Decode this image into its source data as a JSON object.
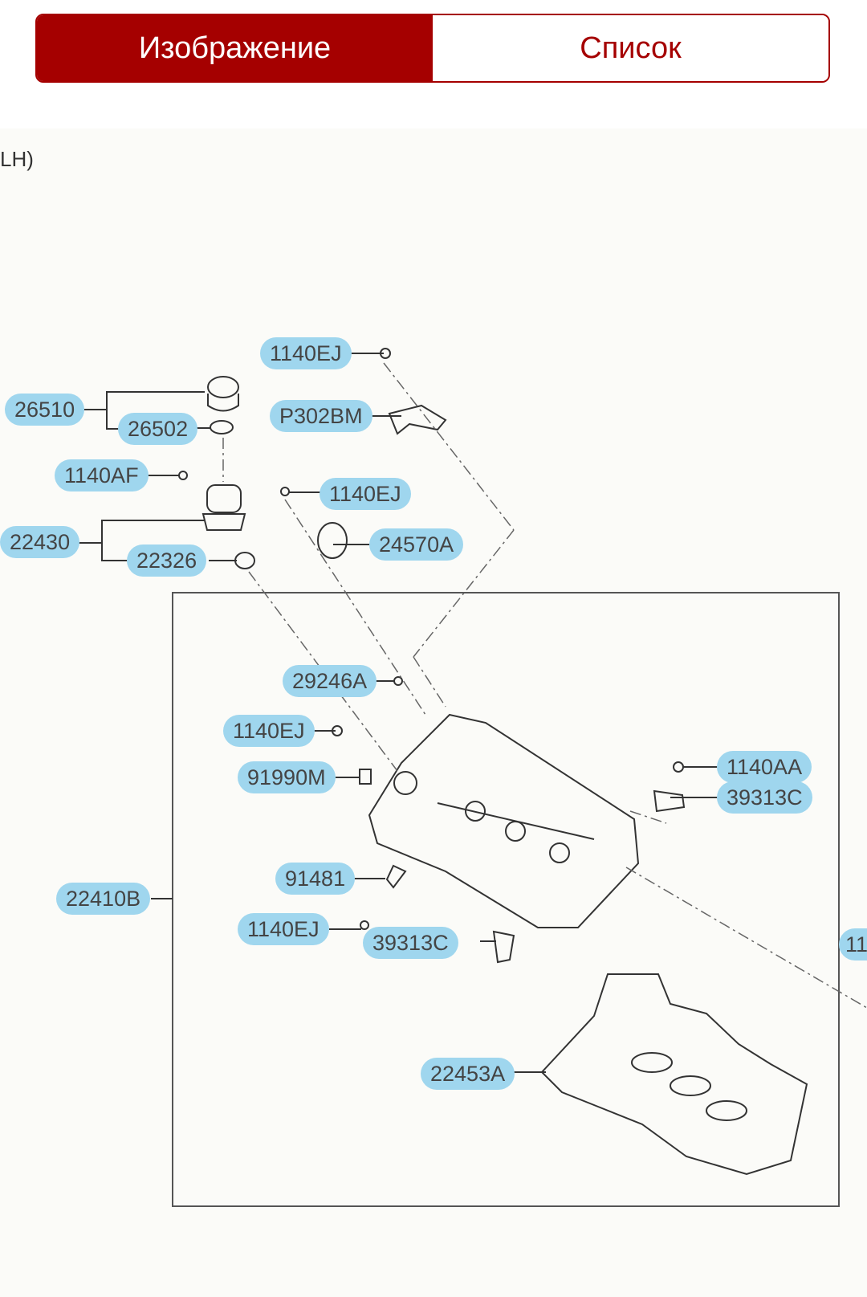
{
  "tabs": {
    "image_label": "Изображение",
    "list_label": "Список"
  },
  "diagram": {
    "corner_label": "LH)",
    "callouts": [
      {
        "label": "1140EJ"
      },
      {
        "label": "26510"
      },
      {
        "label": "26502"
      },
      {
        "label": "P302BM"
      },
      {
        "label": "1140AF"
      },
      {
        "label": "1140EJ"
      },
      {
        "label": "22430"
      },
      {
        "label": "24570A"
      },
      {
        "label": "22326"
      },
      {
        "label": "29246A"
      },
      {
        "label": "1140EJ"
      },
      {
        "label": "91990M"
      },
      {
        "label": "1140AA"
      },
      {
        "label": "39313C"
      },
      {
        "label": "91481"
      },
      {
        "label": "22410B"
      },
      {
        "label": "1140EJ"
      },
      {
        "label": "39313C"
      },
      {
        "label": "22453A"
      },
      {
        "label": "11"
      }
    ]
  },
  "colors": {
    "accent": "#a50000",
    "callout_bg": "#9fd6ee"
  }
}
